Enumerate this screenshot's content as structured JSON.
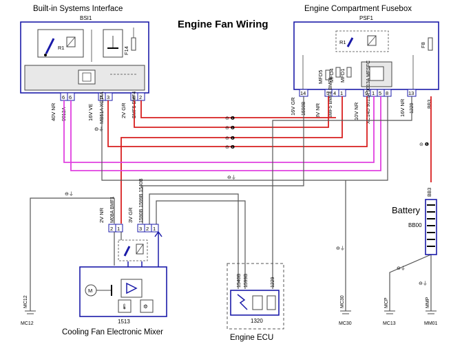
{
  "title": "Engine Fan Wiring",
  "bsi": {
    "header": "Built-in Systems Interface",
    "code": "BSI1",
    "relay": "R1",
    "fuse": "F14",
    "connectors": [
      {
        "pins": [
          "6",
          "6"
        ],
        "color": "40V NR",
        "wire": "9013A"
      },
      {
        "pins": [
          "6",
          "3"
        ],
        "color": "16V VE",
        "wire": "MB51A XC14A"
      },
      {
        "pins": [
          "1",
          "2"
        ],
        "color": "2V GR",
        "wire": "BMF5 BMF4"
      }
    ]
  },
  "psf": {
    "header": "Engine Compartment Fusebox",
    "code": "PSF1",
    "relay": "R1",
    "fuses": [
      "MFD5",
      "MFD4",
      "MFD1",
      "F8"
    ],
    "connectors": [
      {
        "pin": "14",
        "color": "16V GR",
        "wire": "1590B"
      },
      {
        "pins": [
          "5",
          "4",
          "1"
        ],
        "color": "8V NR",
        "wire": "BMF5 BMF4 BMF1"
      },
      {
        "pins": [
          "9",
          "1",
          "5",
          "8"
        ],
        "color": "10V NR",
        "wire": "XC14D 9012A 9013A MFSFC"
      },
      {
        "pin": "13",
        "color": "16V NR",
        "wire": "1229"
      },
      {
        "pin": "",
        "wire": "BB3"
      }
    ]
  },
  "fan": {
    "label": "Cooling Fan Electronic Mixer",
    "code": "1513",
    "conn_a": {
      "pins": [
        "2",
        "1"
      ],
      "color": "2V NR",
      "wire": "M08A BMF1"
    },
    "conn_b": {
      "pins": [
        "3",
        "2",
        "1"
      ],
      "color": "3V GR",
      "wire": "1590B 1599B 1540B"
    }
  },
  "ecu": {
    "label": "Engine ECU",
    "code": "1320",
    "wires": [
      "1540B",
      "1599B",
      "1229"
    ]
  },
  "battery": {
    "label": "Battery",
    "code": "BB00",
    "wire": "BB3"
  },
  "grounds": [
    "MC12",
    "MC30",
    "MC13",
    "MM01"
  ],
  "ground_labels": {
    "mc12": "MC12",
    "mc30": "MC30",
    "mc13": "MCP",
    "mm01": "MMP"
  },
  "colors": {
    "red": "#d81e1e",
    "magenta": "#e040e0",
    "frame": "#1a1aa8",
    "gray": "#444444"
  }
}
